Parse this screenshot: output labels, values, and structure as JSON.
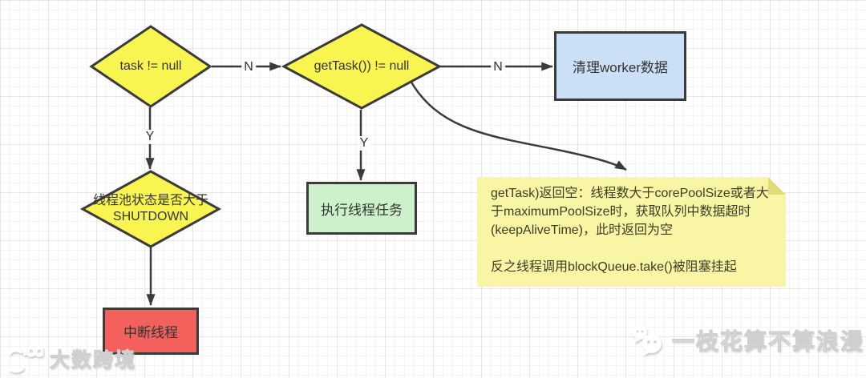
{
  "flowchart": {
    "decision_task": {
      "label": "task != null"
    },
    "decision_gettask": {
      "label": "getTask()) != null"
    },
    "decision_pool_state": {
      "line1": "线程池状态是否大于",
      "line2": "SHUTDOWN"
    },
    "process_clean_worker": {
      "label": "清理worker数据"
    },
    "process_run_task": {
      "label": "执行线程任务"
    },
    "process_interrupt": {
      "label": "中断线程"
    }
  },
  "edge_labels": {
    "task_no": "N",
    "gettask_no": "N",
    "task_yes": "Y",
    "gettask_yes": "Y"
  },
  "note": {
    "paragraph1": "getTask)返回空：线程数大于corePoolSize或者大于maximumPoolSize时，获取队列中数据超时(keepAliveTime)，此时返回为空",
    "paragraph2": "反之线程调用blockQueue.take()被阻塞挂起"
  },
  "watermarks": {
    "bottom_left_text": "大数跨境",
    "bottom_right_text": "一枝花算不算浪漫"
  },
  "colors": {
    "decision_fill": "#f9f550",
    "process_clean_fill": "#cbdff6",
    "process_run_fill": "#cdf2cb",
    "process_interrupt_fill": "#f4615c",
    "note_fill": "#f8f6a4",
    "note_fold": "#dfdc78",
    "stroke": "#3b3b3b",
    "grid_minor": "#f3f3f3",
    "grid_major": "#e6e6e6"
  }
}
